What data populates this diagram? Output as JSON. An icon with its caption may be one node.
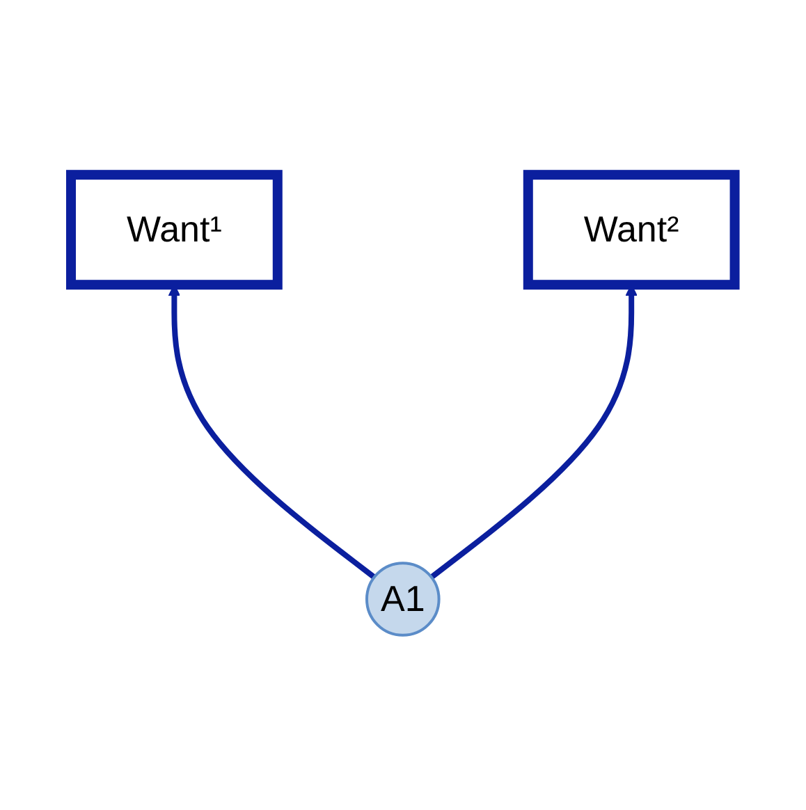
{
  "diagram": {
    "nodes": [
      {
        "text": [
          "Want¹"
        ]
      },
      {
        "text": [
          "Want²"
        ]
      },
      {
        "text": [
          "A1"
        ]
      }
    ],
    "edges": [
      {
        "from": 2,
        "to": 0,
        "arrow": "to"
      },
      {
        "from": 2,
        "to": 1,
        "arrow": "to"
      }
    ]
  }
}
